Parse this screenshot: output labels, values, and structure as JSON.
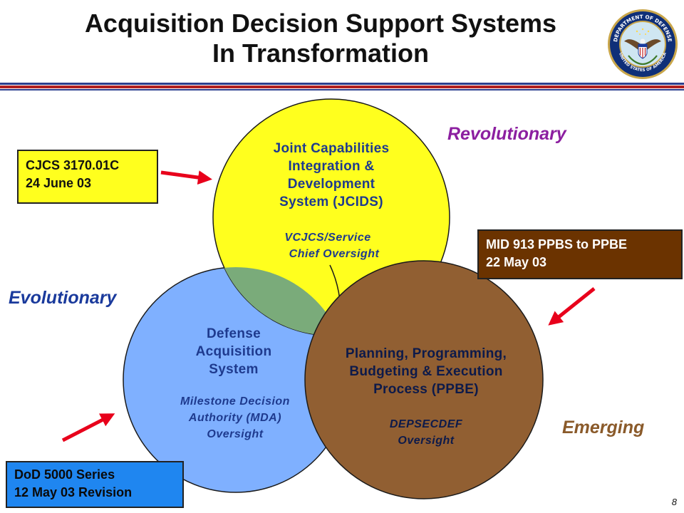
{
  "title": {
    "line1": "Acquisition Decision Support Systems",
    "line2": "In Transformation"
  },
  "colors": {
    "jcids_circle": "#ffff1e",
    "das_circle": "#7fb0ff",
    "overlap": "#7aab7a",
    "ppbe_circle": "#915f32",
    "revolutionary": "#8c1fa0",
    "evolutionary": "#1a3a9c",
    "emerging": "#8a5a2a",
    "arrow": "#e8001b",
    "cjcs_box": "#ffff1e",
    "mid_box": "#6b3300",
    "dod_box": "#1f86f0",
    "rule_blue": "#2b3f8e",
    "rule_red": "#b02020"
  },
  "seal": {
    "icon": "dod-seal-icon",
    "text_top": "DEPARTMENT OF DEFENSE",
    "text_bottom": "UNITED STATES OF AMERICA"
  },
  "circles": {
    "jcids": {
      "lines": [
        "Joint Capabilities",
        "Integration &",
        "Development",
        "System (JCIDS)"
      ],
      "oversight": [
        "VCJCS/Service",
        "Chief Oversight"
      ]
    },
    "das": {
      "lines": [
        "Defense",
        "Acquisition",
        "System"
      ],
      "oversight": [
        "Milestone Decision",
        "Authority (MDA)",
        "Oversight"
      ]
    },
    "ppbe": {
      "lines": [
        "Planning, Programming,",
        "Budgeting & Execution",
        "Process (PPBE)"
      ],
      "oversight": [
        "DEPSECDEF",
        "Oversight"
      ]
    }
  },
  "categories": {
    "revolutionary": "Revolutionary",
    "evolutionary": "Evolutionary",
    "emerging": "Emerging"
  },
  "boxes": {
    "cjcs": [
      "CJCS 3170.01C",
      "24 June 03"
    ],
    "mid": [
      "MID 913 PPBS to PPBE",
      "22 May 03"
    ],
    "dod": [
      "DoD 5000 Series",
      "12 May 03 Revision"
    ]
  },
  "page_number": "8"
}
